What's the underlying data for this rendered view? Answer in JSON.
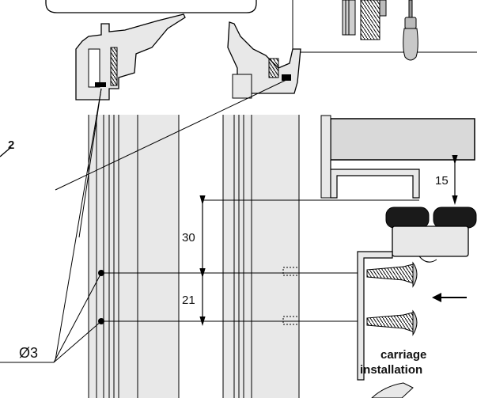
{
  "labels": {
    "side_number": "2",
    "diameter": "Ø3",
    "dim_top": "15",
    "dim_30": "30",
    "dim_21": "21",
    "caption_line1": "carriage",
    "caption_line2": "installation"
  },
  "icons": {
    "arrow": "arrow-left-icon",
    "screw": "screw-icon",
    "screwdriver": "screwdriver-icon"
  },
  "colors": {
    "profile_fill": "#e8e8e8",
    "carriage_fill": "#d9d9d9",
    "line": "#000000"
  }
}
